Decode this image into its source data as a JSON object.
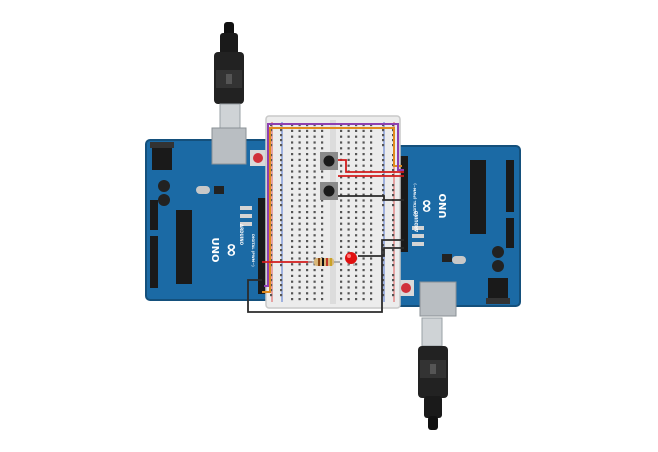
{
  "boards": {
    "left": {
      "model": "UNO",
      "logo": "∞",
      "brand": "ARDUINO",
      "side_label": "DIGITAL (PWM~)"
    },
    "right": {
      "model": "UNO",
      "logo": "∞",
      "brand": "ARDUINO",
      "side_label": "DIGITAL (PWM~)"
    }
  },
  "components": {
    "usb_cable_top": "usb-cable",
    "usb_cable_bottom": "usb-cable",
    "breadboard": "breadboard",
    "pushbuttons": 2,
    "led_color": "#e01010",
    "resistor": "resistor"
  },
  "colors": {
    "board": "#1b6aa5",
    "board_dark": "#14507c",
    "breadboard": "#e9e9e9",
    "wire_orange": "#e08a1e",
    "wire_purple": "#8e3fb0",
    "wire_red": "#d21d1d",
    "wire_black": "#2b2b2b"
  }
}
